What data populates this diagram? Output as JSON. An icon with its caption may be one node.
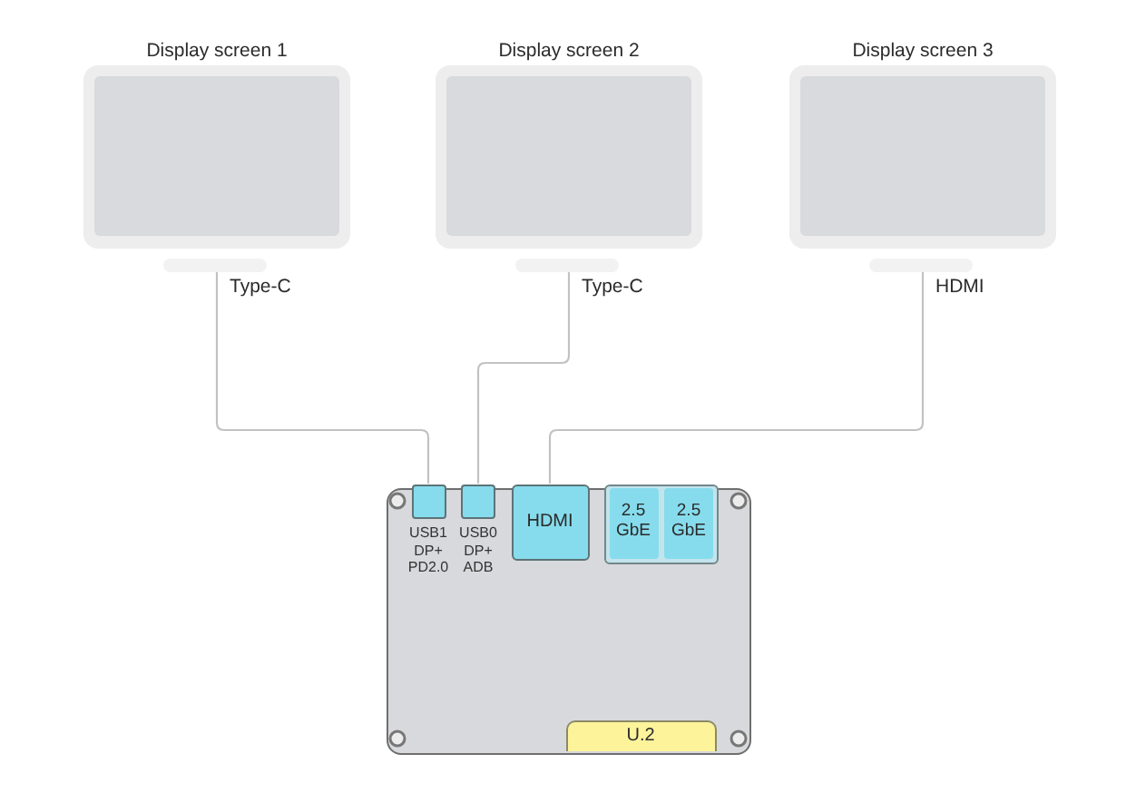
{
  "diagram": {
    "nodes": [
      {
        "text": [
          "Display screen 1"
        ]
      },
      {
        "text": [
          "Display screen 2"
        ]
      },
      {
        "text": [
          "Display screen 3"
        ]
      },
      {
        "text": [],
        "shape": "box"
      },
      {
        "text": [
          "USB1 DP+ PD2.0"
        ],
        "in": 3
      },
      {
        "text": [
          "USB0 DP+ ADB"
        ],
        "in": 3
      },
      {
        "text": [
          "HDMI"
        ],
        "in": 3
      },
      {
        "text": [],
        "shape": "box",
        "in": 3
      },
      {
        "text": [
          "2.5 GbE"
        ],
        "in": 7
      },
      {
        "text": [
          "2.5 GbE"
        ],
        "in": 7
      },
      {
        "text": [
          "U.2"
        ],
        "in": 3
      }
    ],
    "edges": [
      {
        "from": 0,
        "to": 4,
        "label": "Type-C",
        "arrow": "none"
      },
      {
        "from": 1,
        "to": 5,
        "label": "Type-C",
        "arrow": "none"
      },
      {
        "from": 2,
        "to": 6,
        "label": "HDMI",
        "arrow": "none"
      }
    ]
  }
}
